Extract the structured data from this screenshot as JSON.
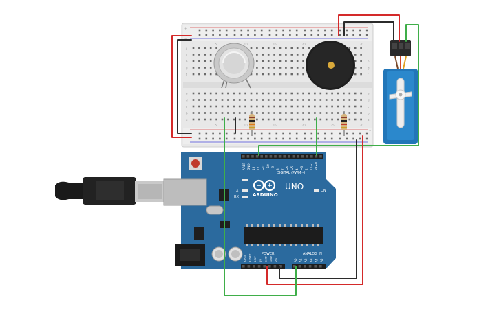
{
  "breadboard": {
    "row_letters_top": [
      "j",
      "i",
      "h",
      "g",
      "f"
    ],
    "row_letters_bottom": [
      "e",
      "d",
      "c",
      "b",
      "a"
    ],
    "column_numbers": [
      "1",
      "5",
      "10",
      "15",
      "20",
      "25",
      "30"
    ],
    "rail_plus": "+",
    "rail_minus": "−"
  },
  "components": {
    "gas_sensor": "gas-sensor",
    "buzzer": "piezo-buzzer",
    "servo": "micro-servo",
    "resistors": 2
  },
  "arduino": {
    "brand": "ARDUINO",
    "model": "UNO",
    "digital_label": "DIGITAL (PWM~)",
    "power_label": "POWER",
    "analog_label": "ANALOG IN",
    "on_label": "ON",
    "led_labels": [
      "L",
      "TX",
      "RX"
    ],
    "digital_pins": [
      "AREF",
      "GND",
      "13",
      "12",
      "~11",
      "~10",
      "~9",
      "8",
      "7",
      "~6",
      "~5",
      "4",
      "~3",
      "2",
      "TX→1",
      "RX←0"
    ],
    "power_pins": [
      "IOREF",
      "RESET",
      "3.3V",
      "5V",
      "GND",
      "GND",
      "Vin"
    ],
    "analog_pins": [
      "A0",
      "A1",
      "A2",
      "A3",
      "A4",
      "A5"
    ]
  },
  "wire_colors": {
    "red": "#d42a2a",
    "black": "#2b2b2b",
    "green": "#3fae49"
  },
  "board_color": "#2b6a9e"
}
